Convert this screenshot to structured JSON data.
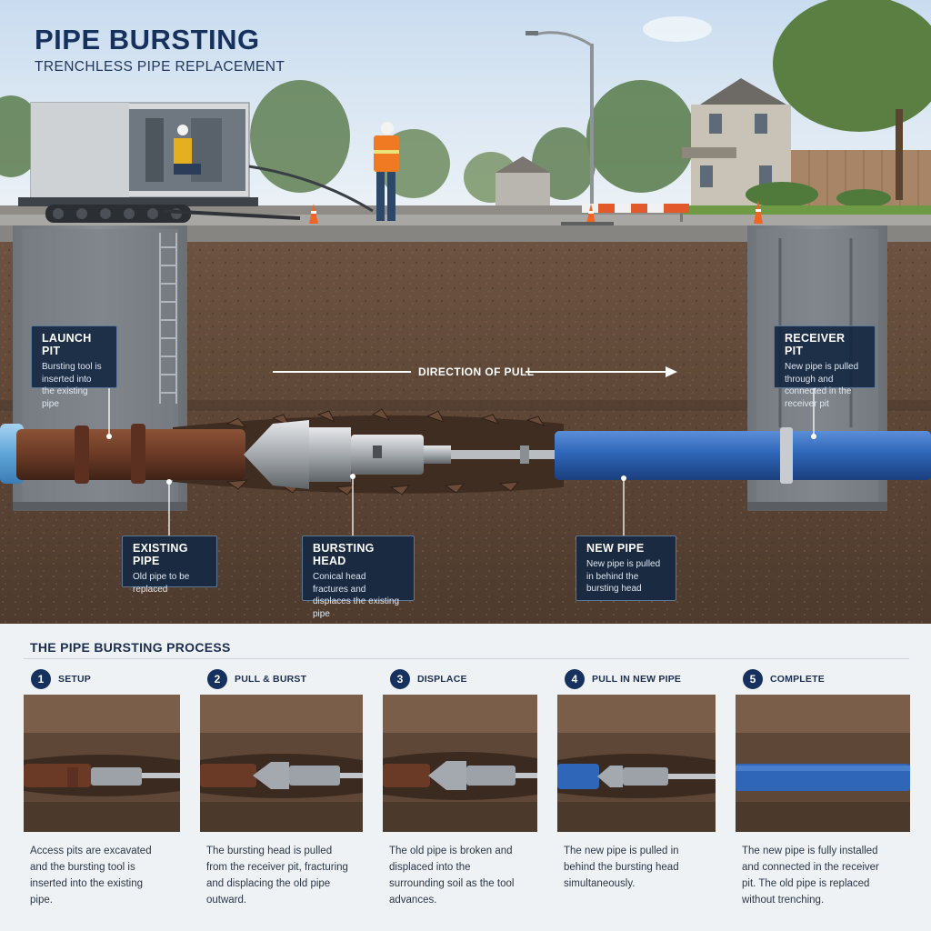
{
  "header": {
    "title": "PIPE BURSTING",
    "subtitle": "TRENCHLESS PIPE REPLACEMENT"
  },
  "callouts": {
    "launch_pit": {
      "title": "LAUNCH PIT",
      "text": "Bursting tool is inserted into the existing pipe"
    },
    "receiver_pit": {
      "title": "RECEIVER PIT",
      "text": "New pipe is pulled through and connected in the receiver pit"
    },
    "existing_pipe": {
      "title": "EXISTING PIPE",
      "text": "Old pipe to be replaced"
    },
    "bursting_head": {
      "title": "BURSTING HEAD",
      "text": "Conical head fractures and displaces the existing pipe"
    },
    "new_pipe": {
      "title": "NEW PIPE",
      "text": "New pipe is pulled in behind the bursting head"
    }
  },
  "direction_label": "DIRECTION OF PULL",
  "process": {
    "title": "THE PIPE BURSTING PROCESS",
    "steps": [
      {
        "num": "1",
        "name": "SETUP",
        "desc": "Access pits are excavated and the bursting tool is inserted into the existing pipe."
      },
      {
        "num": "2",
        "name": "PULL & BURST",
        "desc": "The bursting head is pulled from the receiver pit, fracturing and displacing the old pipe outward."
      },
      {
        "num": "3",
        "name": "DISPLACE",
        "desc": "The old pipe is broken and displaced into the surrounding soil as the tool advances."
      },
      {
        "num": "4",
        "name": "PULL IN NEW PIPE",
        "desc": "The new pipe is pulled in behind the bursting head simultaneously."
      },
      {
        "num": "5",
        "name": "COMPLETE",
        "desc": "The new pipe is fully installed and connected in the receiver pit. The old pipe is replaced without trenching."
      }
    ]
  },
  "colors": {
    "navy": "#16315e",
    "new_pipe_blue": "#2f66b8",
    "old_pipe_rust": "#6b3a26",
    "soil": "#6a5240"
  }
}
